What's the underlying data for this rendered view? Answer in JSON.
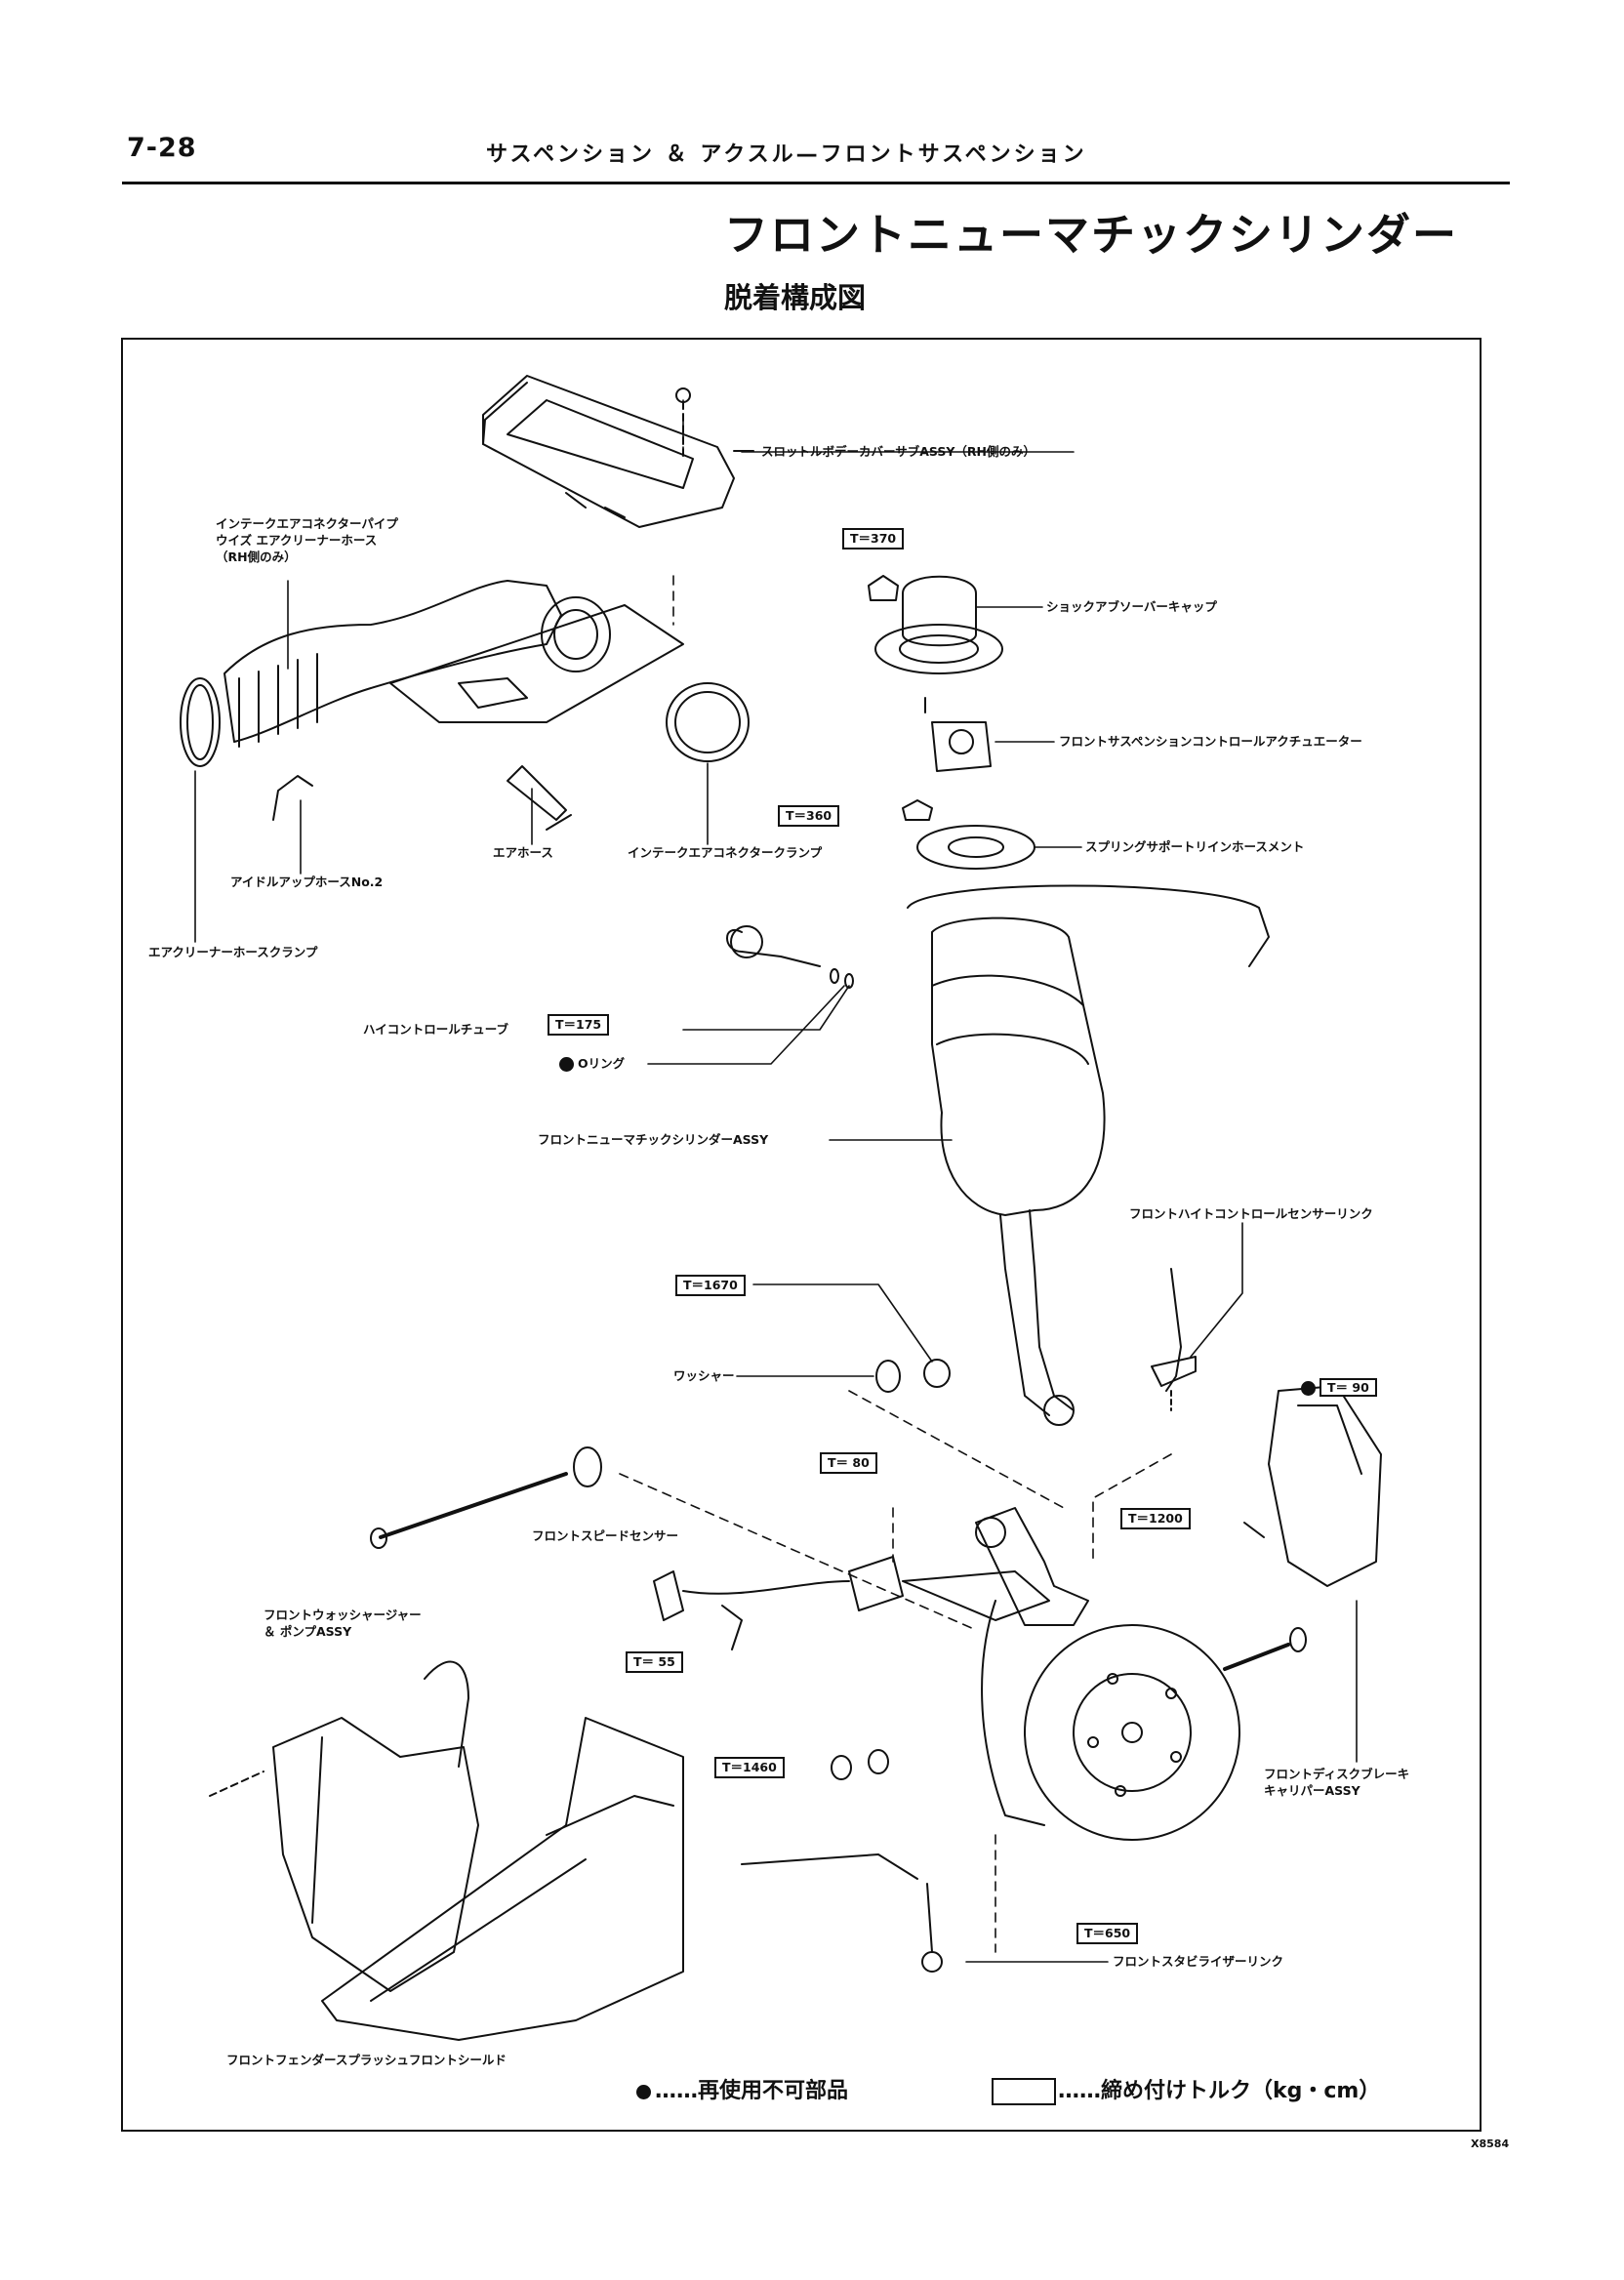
{
  "header": {
    "page_number": "7-28",
    "running_title": "サスペンション ＆ アクスル—フロントサスペンション"
  },
  "title": "フロントニューマチックシリンダー",
  "subtitle": "脱着構成図",
  "labels": {
    "throttle_cover": "スロットルボデーカバーサブASSY（RH側のみ）",
    "intake_pipe_1": "インテークエアコネクターパイプ",
    "intake_pipe_2": "ウイズ エアクリーナーホース",
    "intake_pipe_3": "（RH側のみ）",
    "shock_cap": "ショックアブソーバーキャップ",
    "actuator": "フロントサスペンションコントロールアクチュエーター",
    "spring_support": "スプリングサポートリインホースメント",
    "air_hose": "エアホース",
    "intake_clamp": "インテークエアコネクタークランプ",
    "idle_up_hose": "アイドルアップホースNo.2",
    "air_cleaner_clamp": "エアクリーナーホースクランプ",
    "height_tube": "ハイコントロールチューブ",
    "o_ring": "Oリング",
    "cylinder_assy": "フロントニューマチックシリンダーASSY",
    "sensor_link": "フロントハイトコントロールセンサーリンク",
    "washer": "ワッシャー",
    "speed_sensor": "フロントスピードセンサー",
    "washer_jar_1": "フロントウォッシャージャー",
    "washer_jar_2": "＆ ポンプASSY",
    "caliper_1": "フロントディスクブレーキ",
    "caliper_2": "キャリパーASSY",
    "stabilizer_link": "フロントスタビライザーリンク",
    "fender_shield": "フロントフェンダースプラッシュフロントシールド"
  },
  "torques": {
    "t370": "T＝370",
    "t360": "T＝360",
    "t175": "T＝175",
    "t1670": "T＝1670",
    "t90": "T＝ 90",
    "t80": "T＝ 80",
    "t1200": "T＝1200",
    "t55": "T＝ 55",
    "t1460": "T＝1460",
    "t650": "T＝650"
  },
  "legend": {
    "non_reusable": "……再使用不可部品",
    "torque": "……締め付けトルク（kg・cm）"
  },
  "figure_code": "X8584"
}
